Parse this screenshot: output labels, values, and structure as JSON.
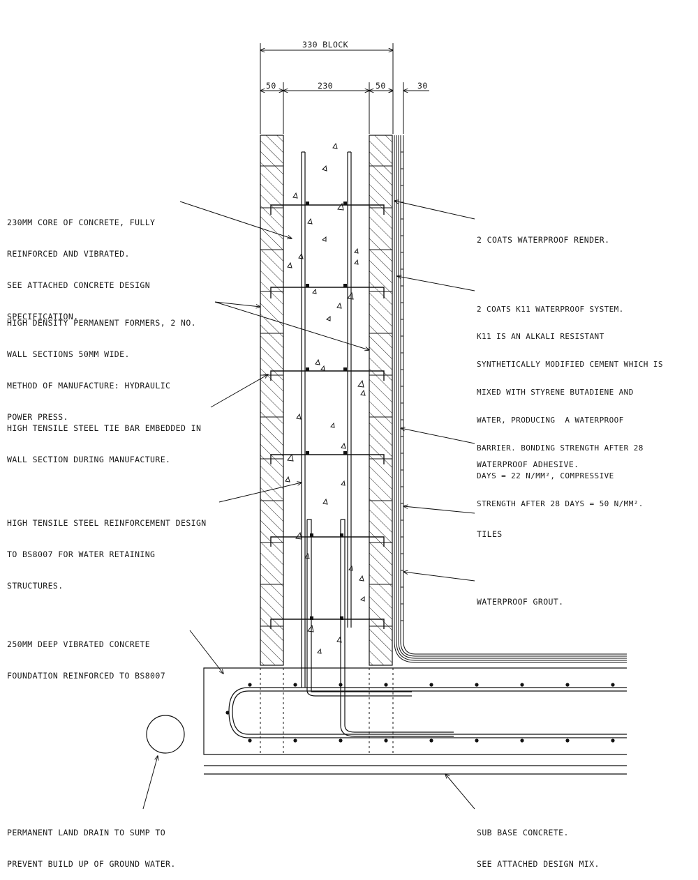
{
  "dimensions": {
    "overall": "330 BLOCK",
    "left_former": "50",
    "core": "230",
    "right_former": "50",
    "finish": "30"
  },
  "annotations": {
    "core": [
      "230mm CORE OF CONCRETE, FULLY",
      "REINFORCED AND VIBRATED.",
      "SEE ATTACHED CONCRETE DESIGN",
      "SPECIFICATION."
    ],
    "formers": [
      "HIGH DENSITY PERMANENT FORMERS, 2 No.",
      "WALL SECTIONS 50mm WIDE.",
      "METHOD OF MANUFACTURE: HYDRAULIC",
      "POWER PRESS."
    ],
    "tie_bar": [
      "HIGH TENSILE STEEL TIE BAR EMBEDDED IN",
      "WALL SECTION DURING MANUFACTURE."
    ],
    "reinforcement": [
      "HIGH TENSILE STEEL REINFORCEMENT DESIGN",
      "TO BS8007 FOR WATER RETAINING",
      "STRUCTURES."
    ],
    "foundation": [
      "250mm DEEP VIBRATED CONCRETE",
      "FOUNDATION REINFORCED TO BS8007"
    ],
    "land_drain": [
      "PERMANENT LAND DRAIN TO SUMP TO",
      "PREVENT BUILD UP OF GROUND WATER."
    ],
    "render": [
      "2 COATS WATERPROOF RENDER."
    ],
    "k11": [
      "2 COATS K11 WATERPROOF SYSTEM.",
      "K11 IS AN ALKALI RESISTANT",
      "SYNTHETICALLY MODIFIED CEMENT WHICH IS",
      "MIXED WITH STYRENE BUTADIENE AND",
      "WATER, PRODUCING  A WATERPROOF",
      "BARRIER. BONDING STRENGTH AFTER 28",
      "DAYS = 22 N/mm², COMPRESSIVE",
      "STRENGTH AFTER 28 DAYS = 50 N/mm²."
    ],
    "adhesive": [
      "WATERPROOF ADHESIVE."
    ],
    "tiles": [
      "TILES"
    ],
    "grout": [
      "WATERPROOF GROUT."
    ],
    "sub_base": [
      "SUB BASE CONCRETE.",
      "SEE ATTACHED DESIGN MIX."
    ]
  }
}
